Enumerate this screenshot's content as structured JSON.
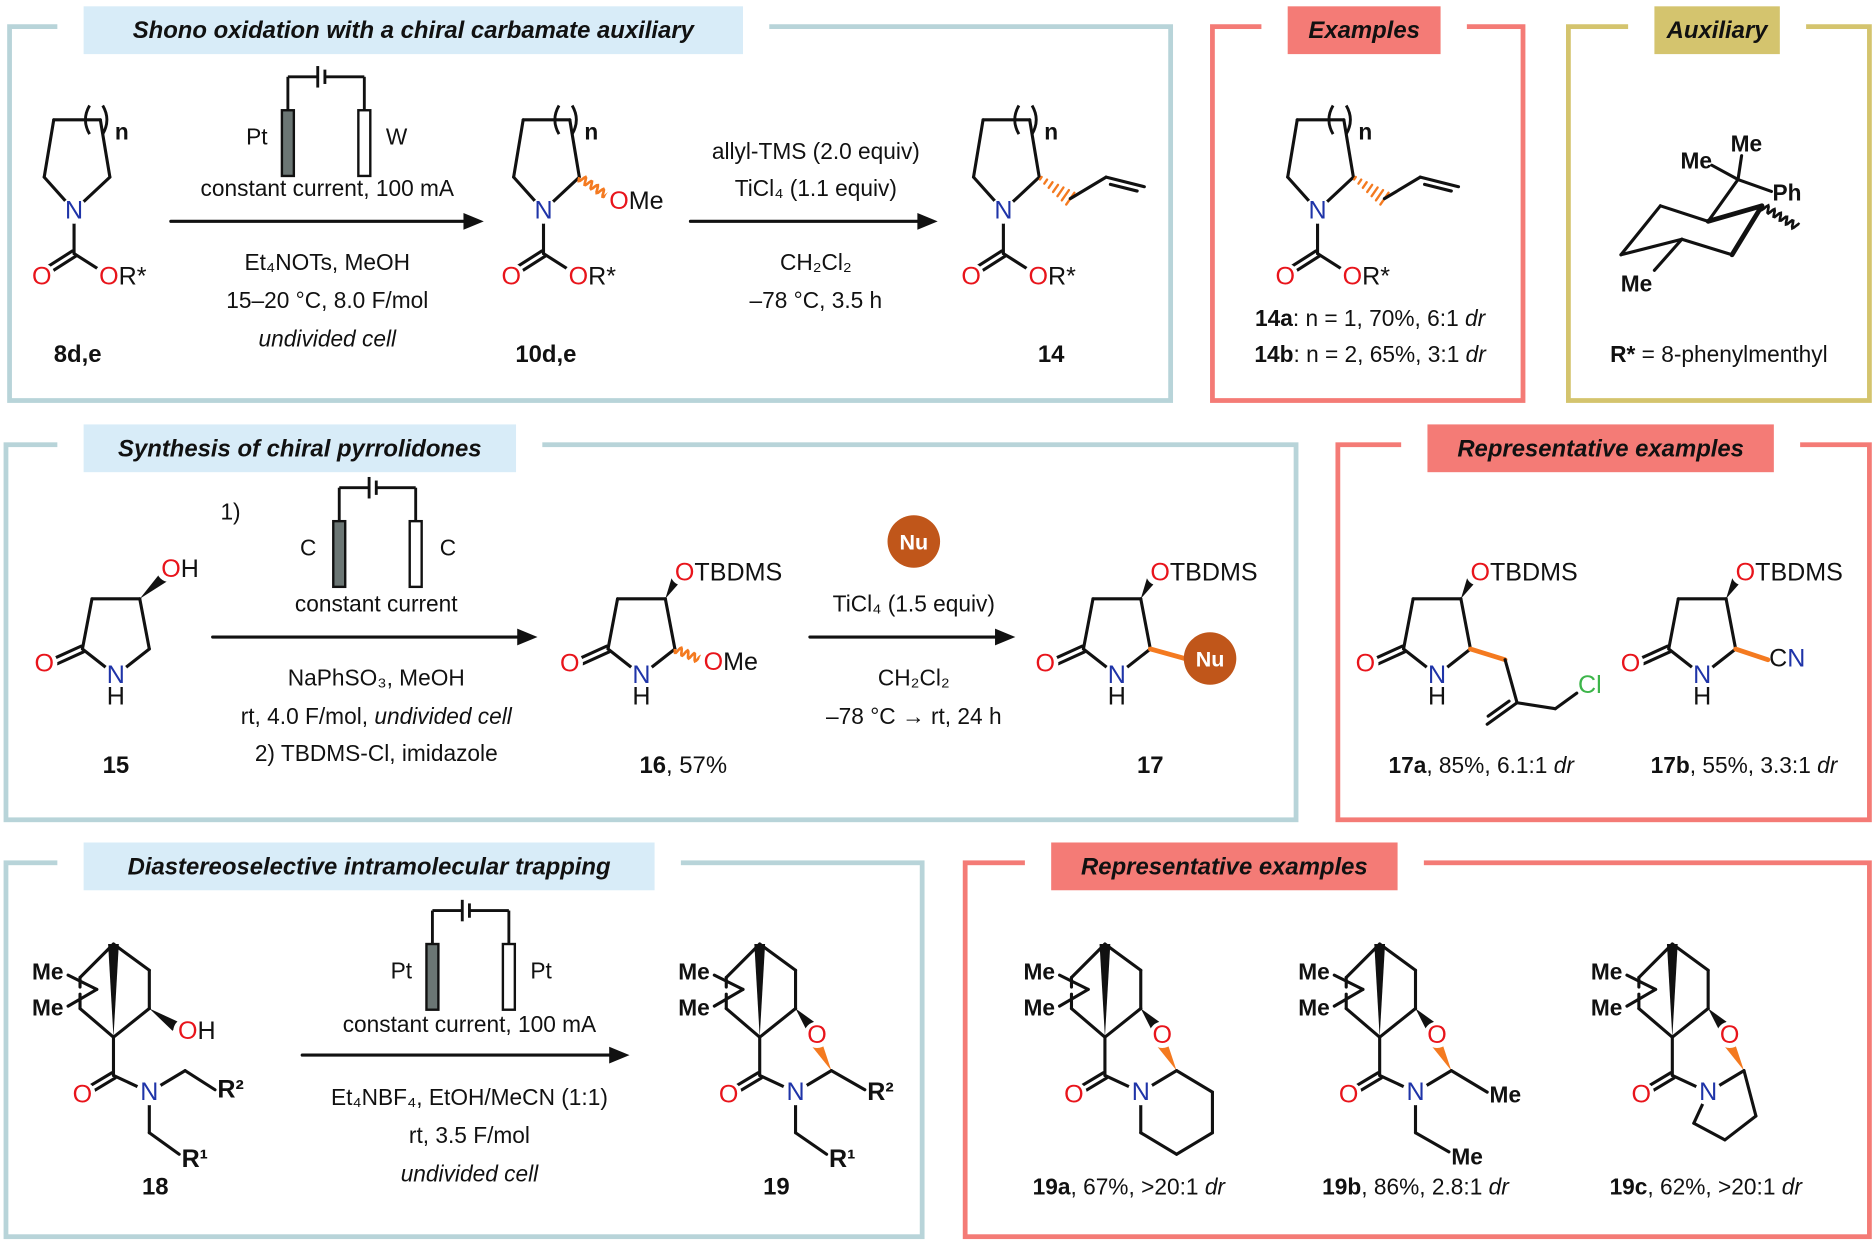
{
  "panels": {
    "shono": {
      "title": "Shono oxidation with a chiral carbamate auxiliary",
      "step1": {
        "anode": "Pt",
        "cathode": "W",
        "above": "constant current, 100 mA",
        "below1": "Et₄NOTs, MeOH",
        "below2": "15–20 °C, 8.0 F/mol",
        "below3": "undivided cell"
      },
      "step2": {
        "above1": "allyl-TMS (2.0 equiv)",
        "above2": "TiCl₄ (1.1 equiv)",
        "below1": "CH₂Cl₂",
        "below2": "–78 °C, 3.5 h"
      },
      "compounds": [
        "8d,e",
        "10d,e",
        "14"
      ]
    },
    "examples": {
      "title": "Examples",
      "items": [
        {
          "id": "14a",
          "text": ": n = 1, 70%, 6:1 ",
          "dr": "dr"
        },
        {
          "id": "14b",
          "text": ": n = 2, 65%, 3:1 ",
          "dr": "dr"
        }
      ]
    },
    "auxiliary": {
      "title": "Auxiliary",
      "label": "R*",
      "text": " = 8-phenylmenthyl"
    },
    "pyrrolidones": {
      "title": "Synthesis of chiral pyrrolidones",
      "step1": {
        "step_no": "1)",
        "anode": "C",
        "cathode": "C",
        "above": "constant current",
        "below1": "NaPhSO₃, MeOH",
        "below2_a": "rt, 4.0 F/mol, ",
        "below2_b": "undivided cell",
        "below3": "2) TBDMS-Cl, imidazole"
      },
      "step2": {
        "reagent_badge": "Nu",
        "above": "TiCl₄ (1.5 equiv)",
        "below1": "CH₂Cl₂",
        "below2": "–78 °C → rt, 24 h"
      },
      "compounds": {
        "c15": "15",
        "c16": "16",
        "c16_yield": ", 57%",
        "c17": "17"
      }
    },
    "examples2": {
      "title": "Representative examples",
      "items": [
        {
          "id": "17a",
          "text": ", 85%, 6.1:1 ",
          "dr": "dr"
        },
        {
          "id": "17b",
          "text": ", 55%, 3.3:1 ",
          "dr": "dr"
        }
      ]
    },
    "trapping": {
      "title": "Diastereoselective intramolecular trapping",
      "step": {
        "anode": "Pt",
        "cathode": "Pt",
        "above": "constant current, 100 mA",
        "below1": "Et₄NBF₄, EtOH/MeCN (1:1)",
        "below2": "rt, 3.5 F/mol",
        "below3": "undivided cell"
      },
      "compounds": [
        "18",
        "19"
      ]
    },
    "examples3": {
      "title": "Representative examples",
      "items": [
        {
          "id": "19a",
          "text": ", 67%, >20:1 ",
          "dr": "dr"
        },
        {
          "id": "19b",
          "text": ", 86%, 2.8:1 ",
          "dr": "dr"
        },
        {
          "id": "19c",
          "text": ", 62%, >20:1 ",
          "dr": "dr"
        }
      ]
    }
  },
  "atoms": {
    "N": "N",
    "O": "O",
    "H": "H",
    "C": "C",
    "Me": "Me",
    "R_star": "R*",
    "n": "n",
    "TBDMS": "TBDMS",
    "Cl": "Cl",
    "Ph": "Ph",
    "R1": "R¹",
    "R2": "R²",
    "Nu": "Nu"
  },
  "colors": {
    "blue_frame": "#b8d4d9",
    "blue_title": "#d8ecf8",
    "red_frame": "#f47b76",
    "red_title": "#f47b76",
    "gold_frame": "#d4c46e",
    "gold_title": "#d4c46e",
    "nitrogen": "#1f34a8",
    "oxygen": "#e8141b",
    "chlorine": "#3db54a",
    "stereo_bond": "#f47a20",
    "nucleophile": "#c0561a",
    "anode_fill": "#6b7674"
  }
}
